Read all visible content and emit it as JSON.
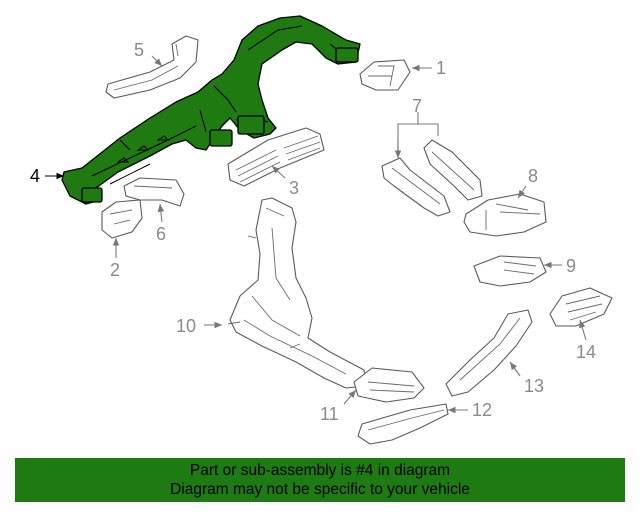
{
  "callouts": {
    "c1": "1",
    "c2": "2",
    "c3": "3",
    "c4": "4",
    "c5": "5",
    "c6": "6",
    "c7": "7",
    "c8": "8",
    "c9": "9",
    "c10": "10",
    "c11": "11",
    "c12": "12",
    "c13": "13",
    "c14": "14"
  },
  "highlight": {
    "part": "4",
    "color": "#1e7a12"
  },
  "banner": {
    "line1": "Part or sub-assembly is #4 in diagram",
    "line2": "Diagram may not be specific to your vehicle"
  }
}
